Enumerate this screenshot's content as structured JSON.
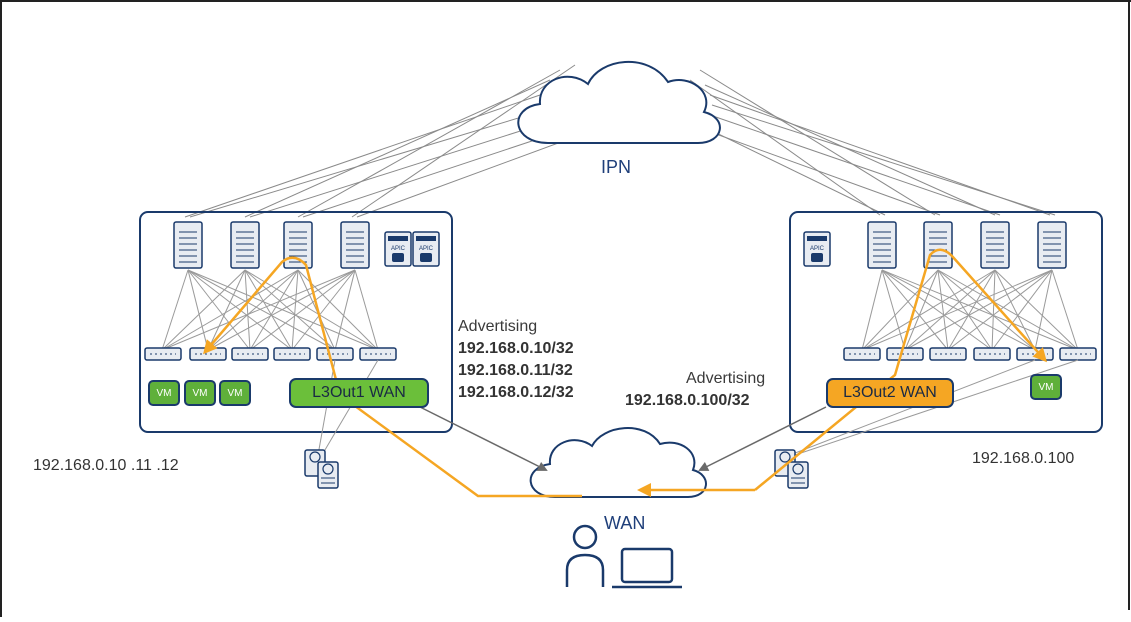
{
  "clouds": {
    "ipn_label": "IPN",
    "wan_label": "WAN"
  },
  "left_site": {
    "l3out_label": "L3Out1 WAN",
    "vm_labels": [
      "VM",
      "VM",
      "VM"
    ],
    "ip_label": "192.168.0.10  .11  .12",
    "advertising_title": "Advertising",
    "advertised_prefixes": [
      "192.168.0.10/32",
      "192.168.0.11/32",
      "192.168.0.12/32"
    ]
  },
  "right_site": {
    "l3out_label": "L3Out2 WAN",
    "vm_label": "VM",
    "ip_label": "192.168.0.100",
    "advertising_title": "Advertising",
    "advertised_prefixes": [
      "192.168.0.100/32"
    ]
  },
  "apic_text": "APIC",
  "colors": {
    "fabric_border": "#1a3a6b",
    "path_orange": "#f5a623",
    "l3out_green": "#6bbf3a",
    "vm_green": "#5fb03a",
    "link_gray": "#8a8a8a"
  }
}
